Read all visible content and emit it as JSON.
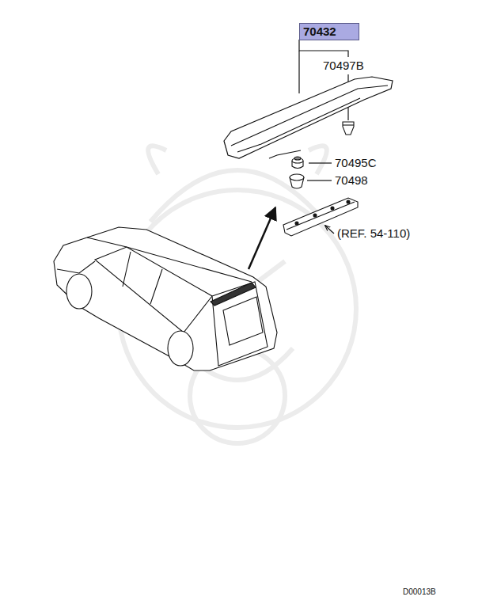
{
  "diagram": {
    "nodes": [
      {
        "text": [
          "70432"
        ]
      }
    ],
    "labels": [
      "70497B",
      "70495C",
      "70498",
      "(REF. 54-110)",
      "D00013B"
    ]
  }
}
